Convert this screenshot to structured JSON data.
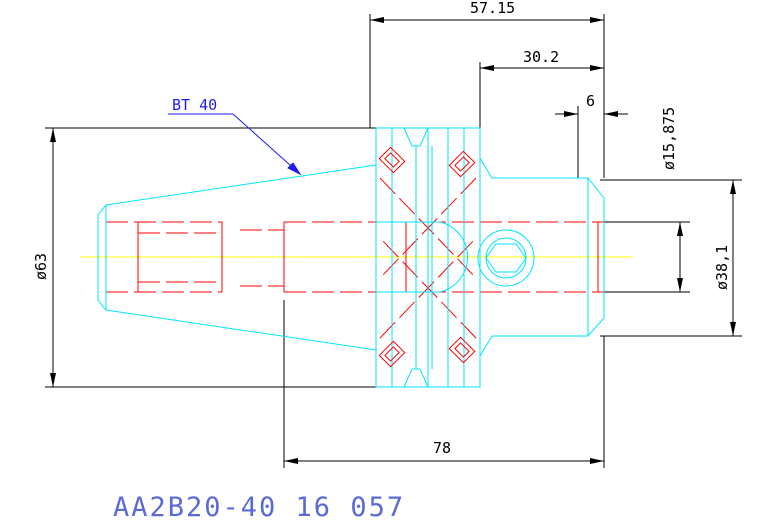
{
  "drawing": {
    "dimensions": {
      "overall_top": "57.15",
      "shank_length": "30.2",
      "bore_depth": "6",
      "bore_dia": "ø15,875",
      "body_dia": "ø38,1",
      "flange_dia": "ø63",
      "total_length": "78"
    },
    "callout": "BT 40",
    "part_number": "AA2B20-40 16 057",
    "colors": {
      "outline": "#00e5ff",
      "hidden": "#ff0000",
      "centerline": "#ffff00",
      "dimension": "#000000",
      "callout": "#1d1df0"
    }
  }
}
